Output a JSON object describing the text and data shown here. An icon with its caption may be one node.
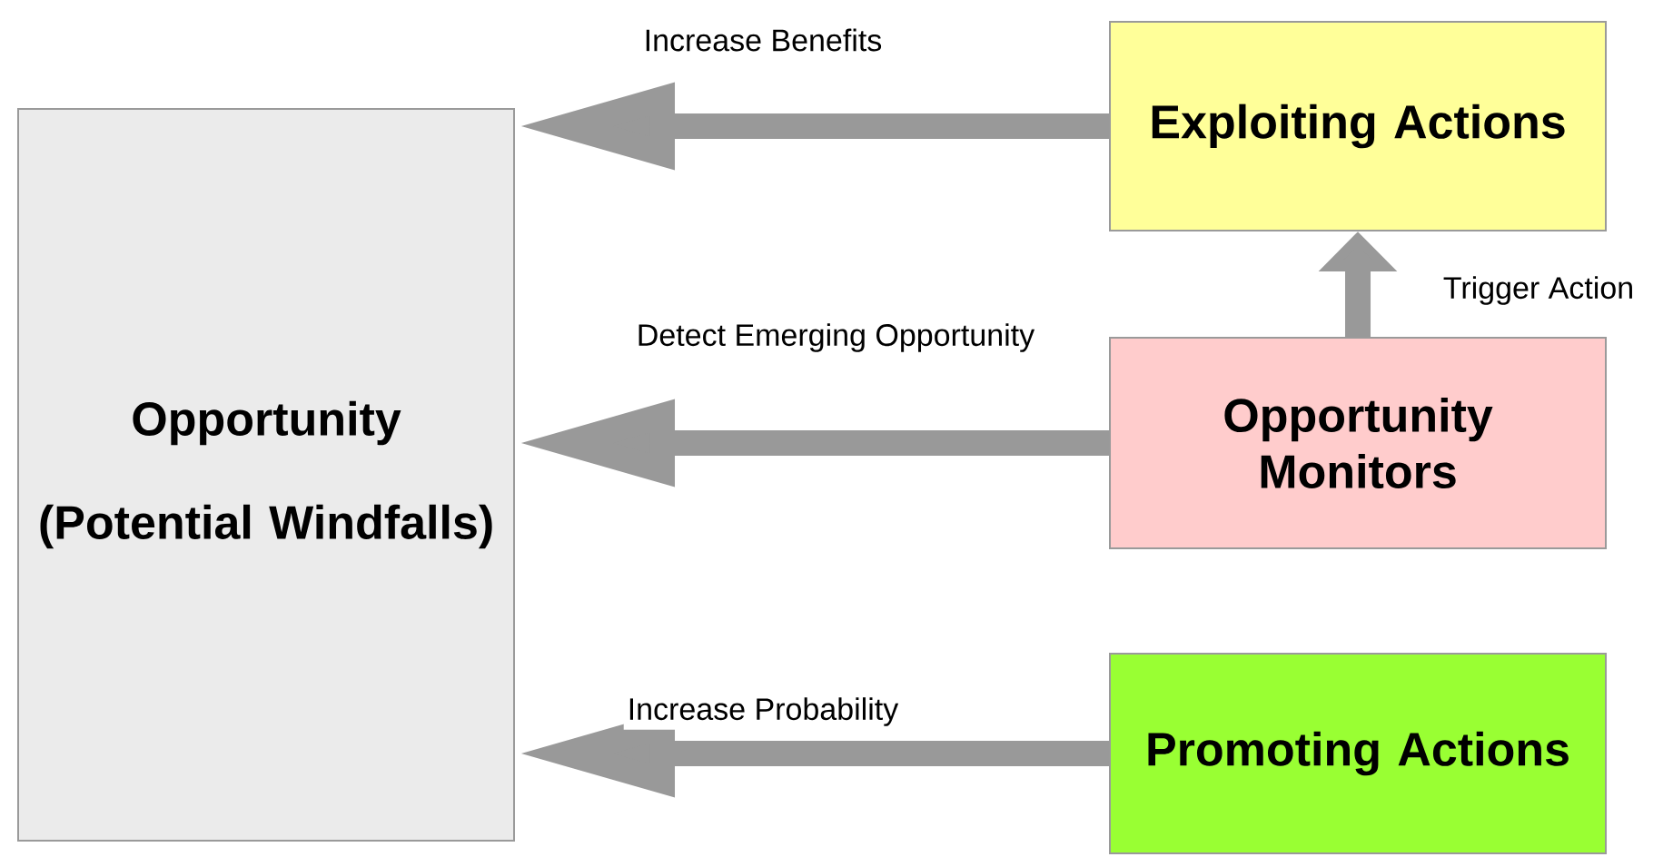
{
  "diagram": {
    "nodes": [
      {
        "text": [
          "Opportunity",
          "(Potential Windfalls)"
        ]
      },
      {
        "text": [
          "Exploiting Actions"
        ]
      },
      {
        "text": [
          "Opportunity Monitors"
        ]
      },
      {
        "text": [
          "Promoting Actions"
        ]
      }
    ],
    "edges": [
      {
        "from": 1,
        "to": 0,
        "arrow": "to",
        "label": "Increase Benefits"
      },
      {
        "from": 2,
        "to": 0,
        "arrow": "to",
        "label": "Detect Emerging Opportunity"
      },
      {
        "from": 3,
        "to": 0,
        "arrow": "to",
        "label": "Increase Probability"
      },
      {
        "from": 2,
        "to": 1,
        "arrow": "to",
        "label": "Trigger Action"
      }
    ]
  }
}
